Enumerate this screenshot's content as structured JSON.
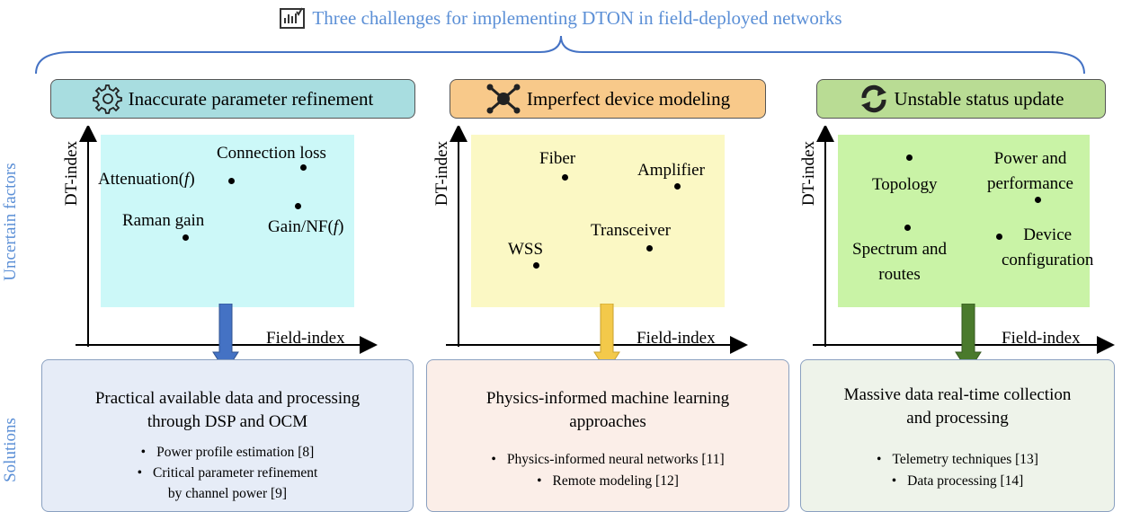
{
  "title": "Three challenges for implementing DTON in field-deployed networks",
  "side_labels": {
    "top": "Uncertain factors",
    "bottom": "Solutions"
  },
  "axes": {
    "y_label": "DT-index",
    "x_label": "Field-index"
  },
  "panels": [
    {
      "header": "Inaccurate parameter refinement",
      "header_icon": "gear-icon",
      "header_color": "#a8dde0",
      "plot_color": "#ccf8f8",
      "arrow_color": "#4472c4",
      "points": [
        {
          "label": "Connection loss"
        },
        {
          "label_prefix": "Attenuation(",
          "label_var": "f",
          "label_suffix": ")"
        },
        {
          "label": "Raman gain"
        },
        {
          "label_prefix": "Gain/NF(",
          "label_var": "f",
          "label_suffix": ")"
        }
      ],
      "solution_title": [
        "Practical available data and processing",
        "through DSP and OCM"
      ],
      "solution_bullets": [
        "Power profile estimation [8]",
        "Critical parameter refinement",
        "by channel power [9]"
      ],
      "solution_color": "#e6ecf7"
    },
    {
      "header": "Imperfect device modeling",
      "header_icon": "network-hub-icon",
      "header_color": "#f8c98a",
      "plot_color": "#fbf8c4",
      "arrow_color": "#f3c94a",
      "points": [
        {
          "label": "Fiber"
        },
        {
          "label": "Amplifier"
        },
        {
          "label": "Transceiver"
        },
        {
          "label": "WSS"
        }
      ],
      "solution_title": [
        "Physics-informed machine learning",
        "approaches"
      ],
      "solution_bullets": [
        "Physics-informed neural networks [11]",
        "Remote modeling [12]"
      ],
      "solution_color": "#fbeee8"
    },
    {
      "header": "Unstable status update",
      "header_icon": "refresh-icon",
      "header_color": "#b9dc94",
      "plot_color": "#c9f3a6",
      "arrow_color": "#4a7a2c",
      "points": [
        {
          "label": "Topology"
        },
        {
          "label_lines": [
            "Power and",
            "performance"
          ]
        },
        {
          "label_lines": [
            "Spectrum and",
            "routes"
          ]
        },
        {
          "label_lines": [
            "Device",
            "configuration"
          ]
        }
      ],
      "solution_title": [
        "Massive data real-time collection",
        "and processing"
      ],
      "solution_bullets": [
        "Telemetry techniques [13]",
        "Data processing [14]"
      ],
      "solution_color": "#eef3ea"
    }
  ]
}
